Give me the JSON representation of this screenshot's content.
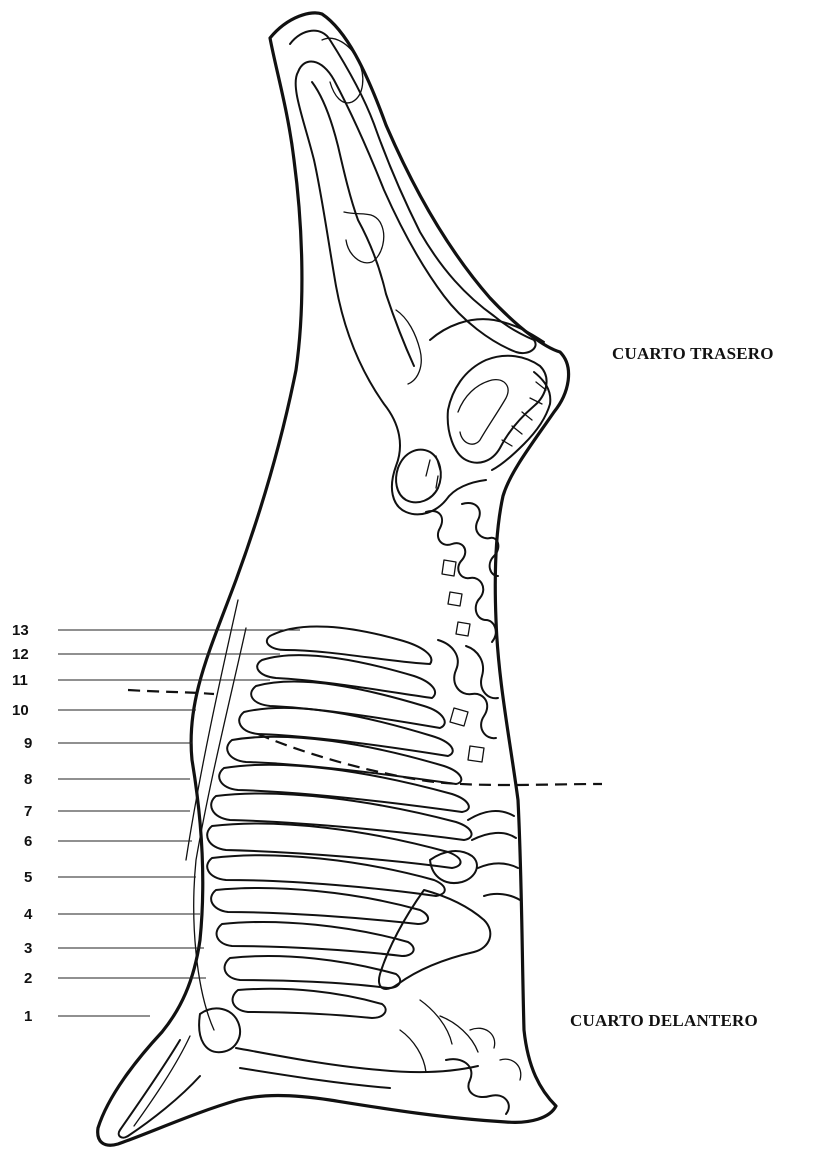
{
  "labels": {
    "hindquarter": "CUARTO TRASERO",
    "forequarter": "CUARTO DELANTERO"
  },
  "ribs": [
    "13",
    "12",
    "11",
    "10",
    "9",
    "8",
    "7",
    "6",
    "5",
    "4",
    "3",
    "2",
    "1"
  ]
}
